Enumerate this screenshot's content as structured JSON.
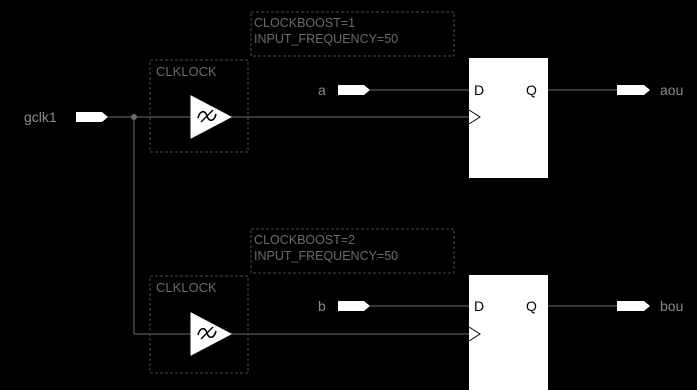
{
  "colors": {
    "background": "#000000",
    "wire": "#6b6b6b",
    "port_fill": "#ffffff",
    "dashed_box": "#4a4a4a",
    "register_fill": "#ffffff",
    "label_gray": "#8a8a8a"
  },
  "inputs": {
    "clock": "gclk1",
    "a": "a",
    "b": "b"
  },
  "outputs": {
    "top": "aou",
    "bottom": "bou"
  },
  "pll_top": {
    "block_label": "CLKLOCK",
    "param_clockboost": "CLOCKBOOST=1",
    "param_frequency": "INPUT_FREQUENCY=50",
    "icon": "pll-buffer-icon"
  },
  "pll_bottom": {
    "block_label": "CLKLOCK",
    "param_clockboost": "CLOCKBOOST=2",
    "param_frequency": "INPUT_FREQUENCY=50",
    "icon": "pll-buffer-icon"
  },
  "reg_top": {
    "d_pin": "D",
    "q_pin": "Q"
  },
  "reg_bottom": {
    "d_pin": "D",
    "q_pin": "Q"
  }
}
